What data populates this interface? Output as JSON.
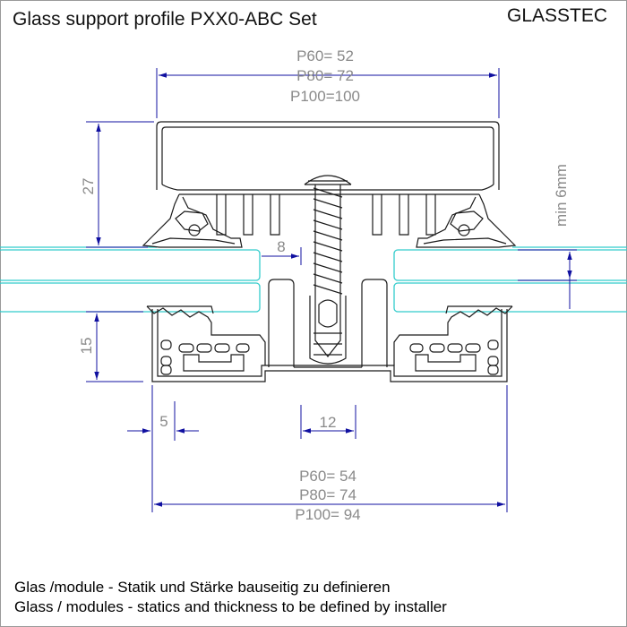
{
  "title": "Glass support profile PXX0-ABC Set",
  "brand": "GLASSTEC",
  "colors": {
    "profile": "#1a1a1a",
    "glass": "#33cccc",
    "dimension": "#1010a0",
    "dimension_text": "#8a8a8a"
  },
  "dimensions": {
    "top_width": {
      "p60": "P60= 52",
      "p80": "P80= 72",
      "p100": "P100=100"
    },
    "bottom_width": {
      "p60": "P60= 54",
      "p80": "P80= 74",
      "p100": "P100= 94"
    },
    "upper_height": "27",
    "lower_height": "15",
    "glass_gap": "8",
    "min_thickness": "min 6mm",
    "left_offset": "5",
    "center_width": "12"
  },
  "notes": {
    "german": "Glas /module - Statik und Stärke bauseitig zu definieren",
    "english": "Glass / modules - statics and thickness to be defined by installer"
  }
}
